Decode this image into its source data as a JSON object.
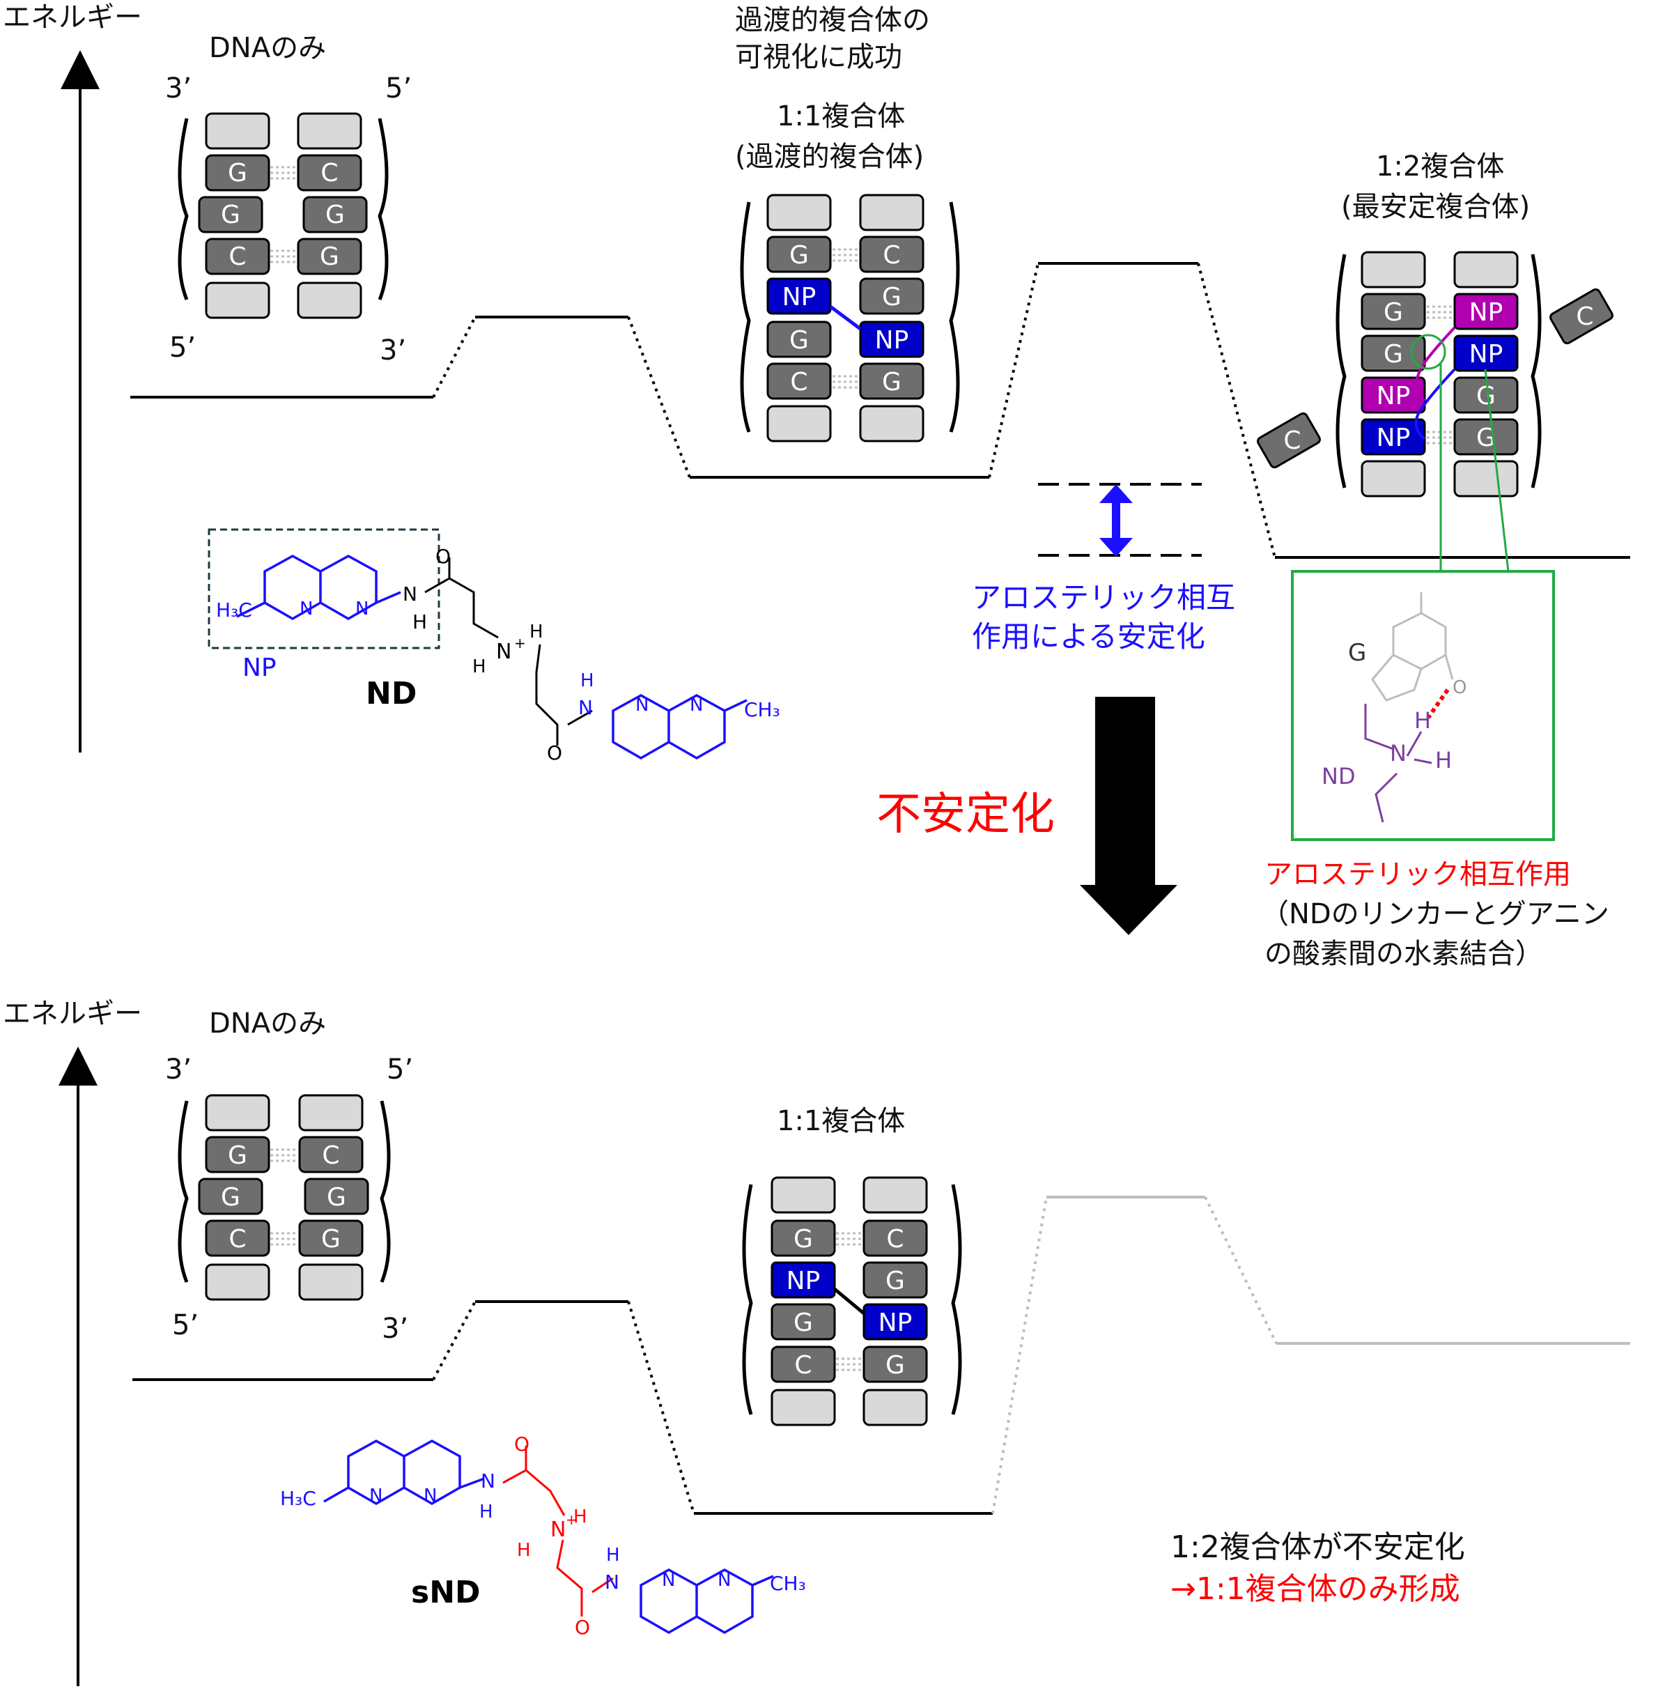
{
  "colors": {
    "black": "#000000",
    "blue": "#1a0fff",
    "red": "#ff0000",
    "magenta": "#b000b0",
    "green": "#22aa44",
    "purple": "#7b3fa0",
    "grey": "#bdbdbd",
    "base_light": "#d9d9d9",
    "base_dark": "#6e6e6e",
    "np_blue": "#0000c8"
  },
  "top": {
    "axis_label": "エネルギー",
    "dna_only": "DNAのみ",
    "end_3": "3’",
    "end_5": "5’",
    "transient_title_1": "過渡的複合体の",
    "transient_title_2": "可視化に成功",
    "complex11": "1:1複合体",
    "complex11_sub": "(過渡的複合体)",
    "complex12": "1:2複合体",
    "complex12_sub": "(最安定複合体)",
    "stabilization_1": "アロステリック相互",
    "stabilization_2": "作用による安定化",
    "np_label": "NP",
    "nd_label": "ND",
    "allosteric_title": "アロステリック相互作用",
    "allosteric_note_1": "（NDのリンカーとグアニン",
    "allosteric_note_2": "の酸素間の水素結合）",
    "inset_g": "G",
    "inset_nd": "ND",
    "inset_h": "H",
    "inset_nplus": "N"
  },
  "middle": {
    "destabilize": "不安定化"
  },
  "bottom": {
    "axis_label": "エネルギー",
    "dna_only": "DNAのみ",
    "end_3": "3’",
    "end_5": "5’",
    "complex11": "1:1複合体",
    "snd_label": "sND",
    "result_1": "1:2複合体が不安定化",
    "result_2": "→1:1複合体のみ形成"
  },
  "bases": {
    "g": "G",
    "c": "C",
    "np": "NP"
  },
  "chem": {
    "h3c": "H₃C",
    "ch3": "CH₃",
    "n": "N",
    "o": "O",
    "h": "H",
    "hn": "H",
    "nh": "N",
    "plus": "+"
  }
}
